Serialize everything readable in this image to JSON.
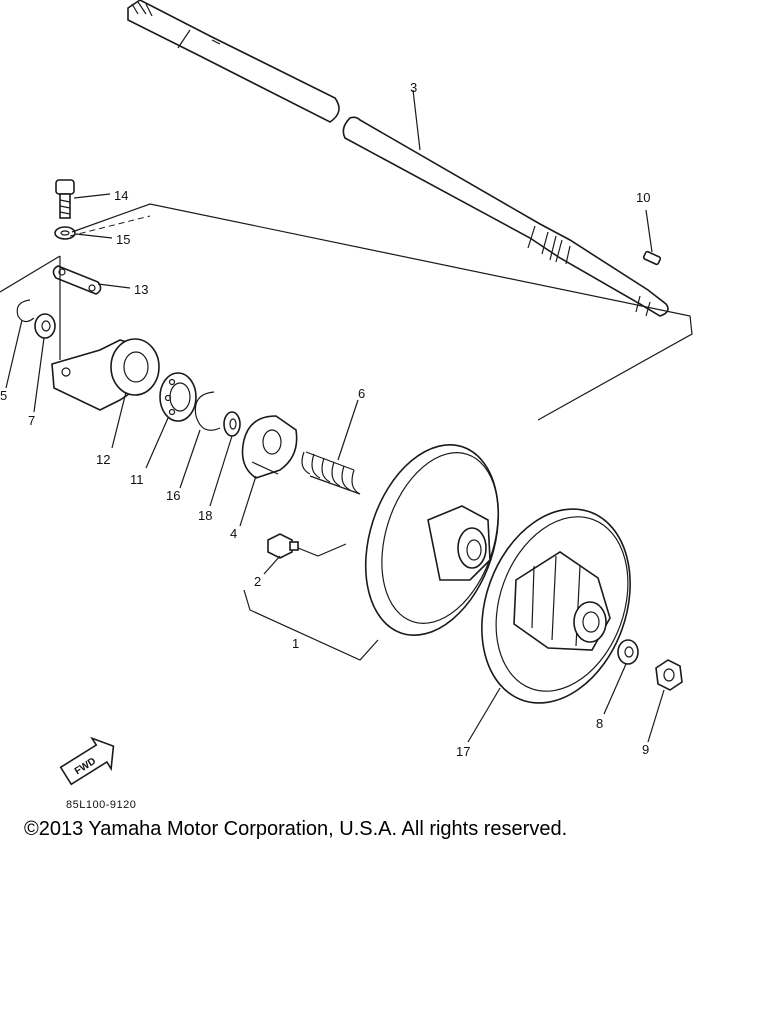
{
  "labels": {
    "p1": "1",
    "p2": "2",
    "p3": "3",
    "p4": "4",
    "p5": "5",
    "p6": "6",
    "p7": "7",
    "p8": "8",
    "p9": "9",
    "p10": "10",
    "p11": "11",
    "p12": "12",
    "p13": "13",
    "p14": "14",
    "p15": "15",
    "p16": "16",
    "p17": "17",
    "p18": "18"
  },
  "fwd_label": "FWD",
  "part_code": "85L100-9120",
  "copyright": "©2013 Yamaha Motor Corporation, U.S.A. All rights reserved."
}
